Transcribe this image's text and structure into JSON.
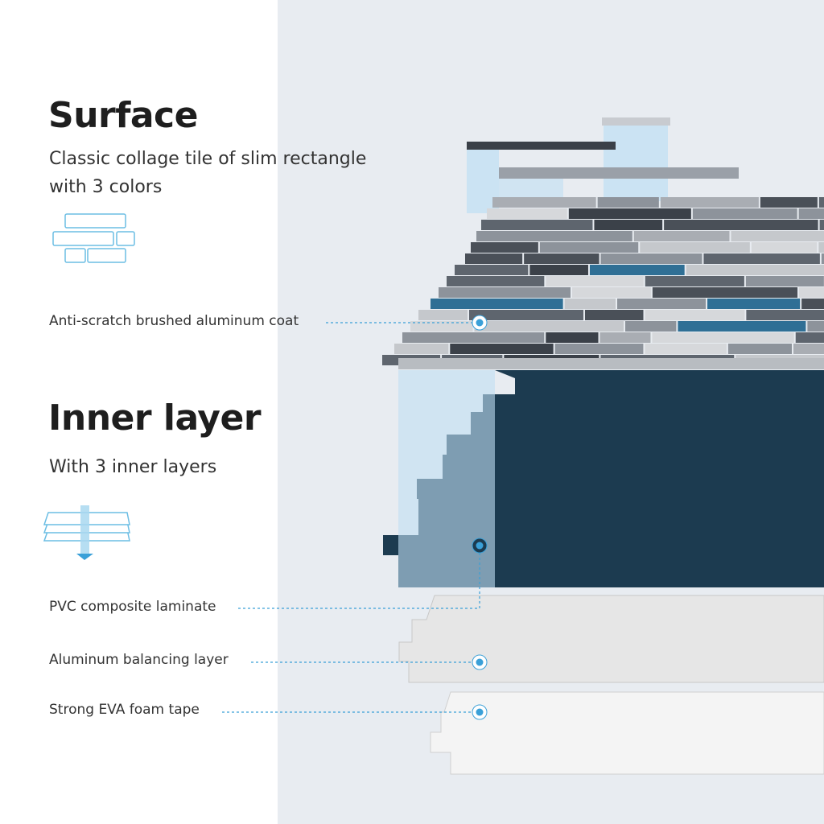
{
  "surface": {
    "title": "Surface",
    "subtitle_line1": "Classic collage tile of slim rectangle",
    "subtitle_line2": "with 3 colors",
    "callout": "Anti-scratch brushed aluminum coat"
  },
  "inner": {
    "title": "Inner layer",
    "subtitle": "With 3 inner layers",
    "callouts": [
      "PVC composite laminate",
      "Aluminum balancing layer",
      "Strong EVA foam tape"
    ]
  },
  "colors": {
    "accent": "#3aa0d8",
    "dark_layer": "#1b3a4e",
    "panel_bg": "#e8ecf1"
  }
}
